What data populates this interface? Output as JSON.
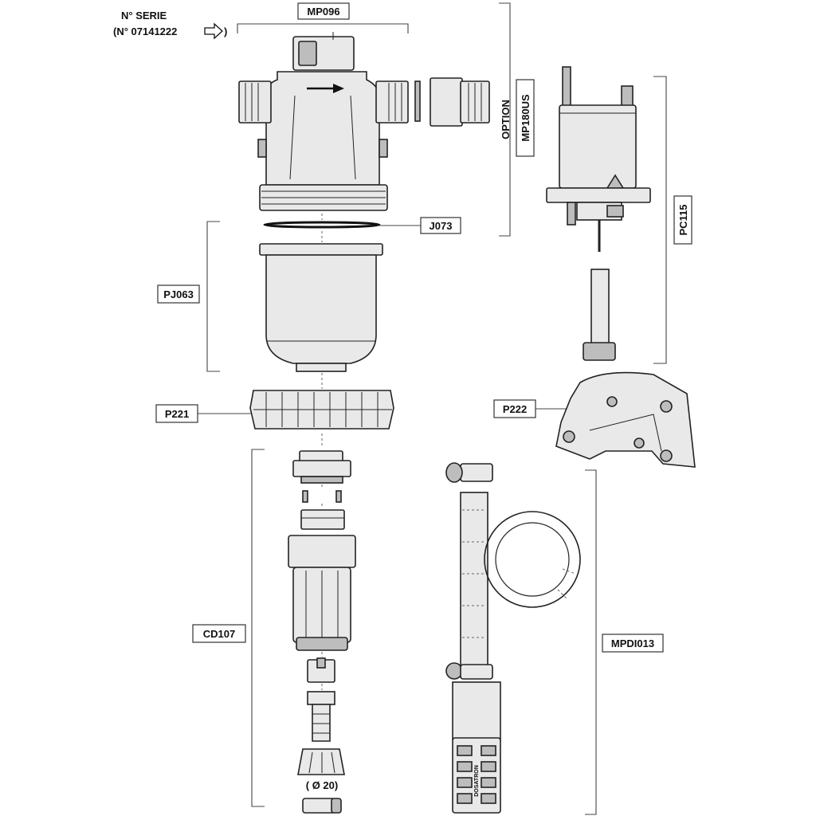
{
  "serial": {
    "line1": "N° SERIE",
    "line2": "(N° 07141222",
    "line2_end": ")"
  },
  "labels": {
    "mp096": "MP096",
    "option": "OPTION",
    "mp180us": "MP180US",
    "pc115": "PC115",
    "j073": "J073",
    "pj063": "PJ063",
    "p221": "P221",
    "p222": "P222",
    "cd107": "CD107",
    "mpdi013": "MPDI013",
    "diameter": "( Ø 20)"
  },
  "brand_mark": "DOSATRON",
  "icons": {
    "serial_arrow": "outline-right-arrow-icon",
    "flow_arrow": "flow-direction-arrow-icon"
  }
}
